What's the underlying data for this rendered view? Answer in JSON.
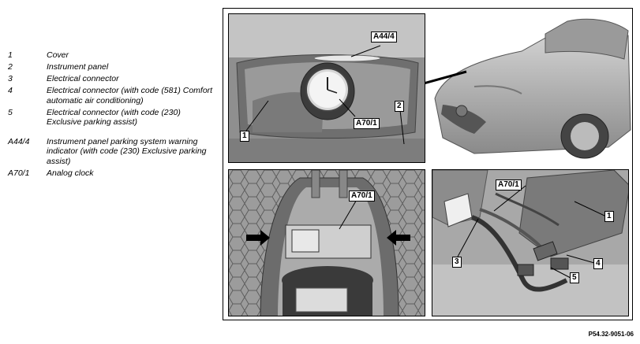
{
  "legend": [
    {
      "key": "1",
      "text": "Cover"
    },
    {
      "key": "2",
      "text": "Instrument panel"
    },
    {
      "key": "3",
      "text": "Electrical connector"
    },
    {
      "key": "4",
      "text": "Electrical connector (with code (581) Comfort automatic air conditioning)"
    },
    {
      "key": "5",
      "text": "Electrical connector (with code (230) Exclusive parking assist)"
    },
    {
      "key": "A44/4",
      "text": "Instrument panel parking system warning indicator (with code (230) Exclusive parking assist)"
    },
    {
      "key": "A70/1",
      "text": "Analog clock"
    }
  ],
  "callouts": {
    "top_left": {
      "a44": "A44/4",
      "a70": "A70/1",
      "n1": "1",
      "n2": "2"
    },
    "bottom_left": {
      "a70": "A70/1"
    },
    "bottom_right": {
      "a70": "A70/1",
      "n1": "1",
      "n3": "3",
      "n4": "4",
      "n5": "5"
    }
  },
  "footer": "P54.32-9051-06"
}
